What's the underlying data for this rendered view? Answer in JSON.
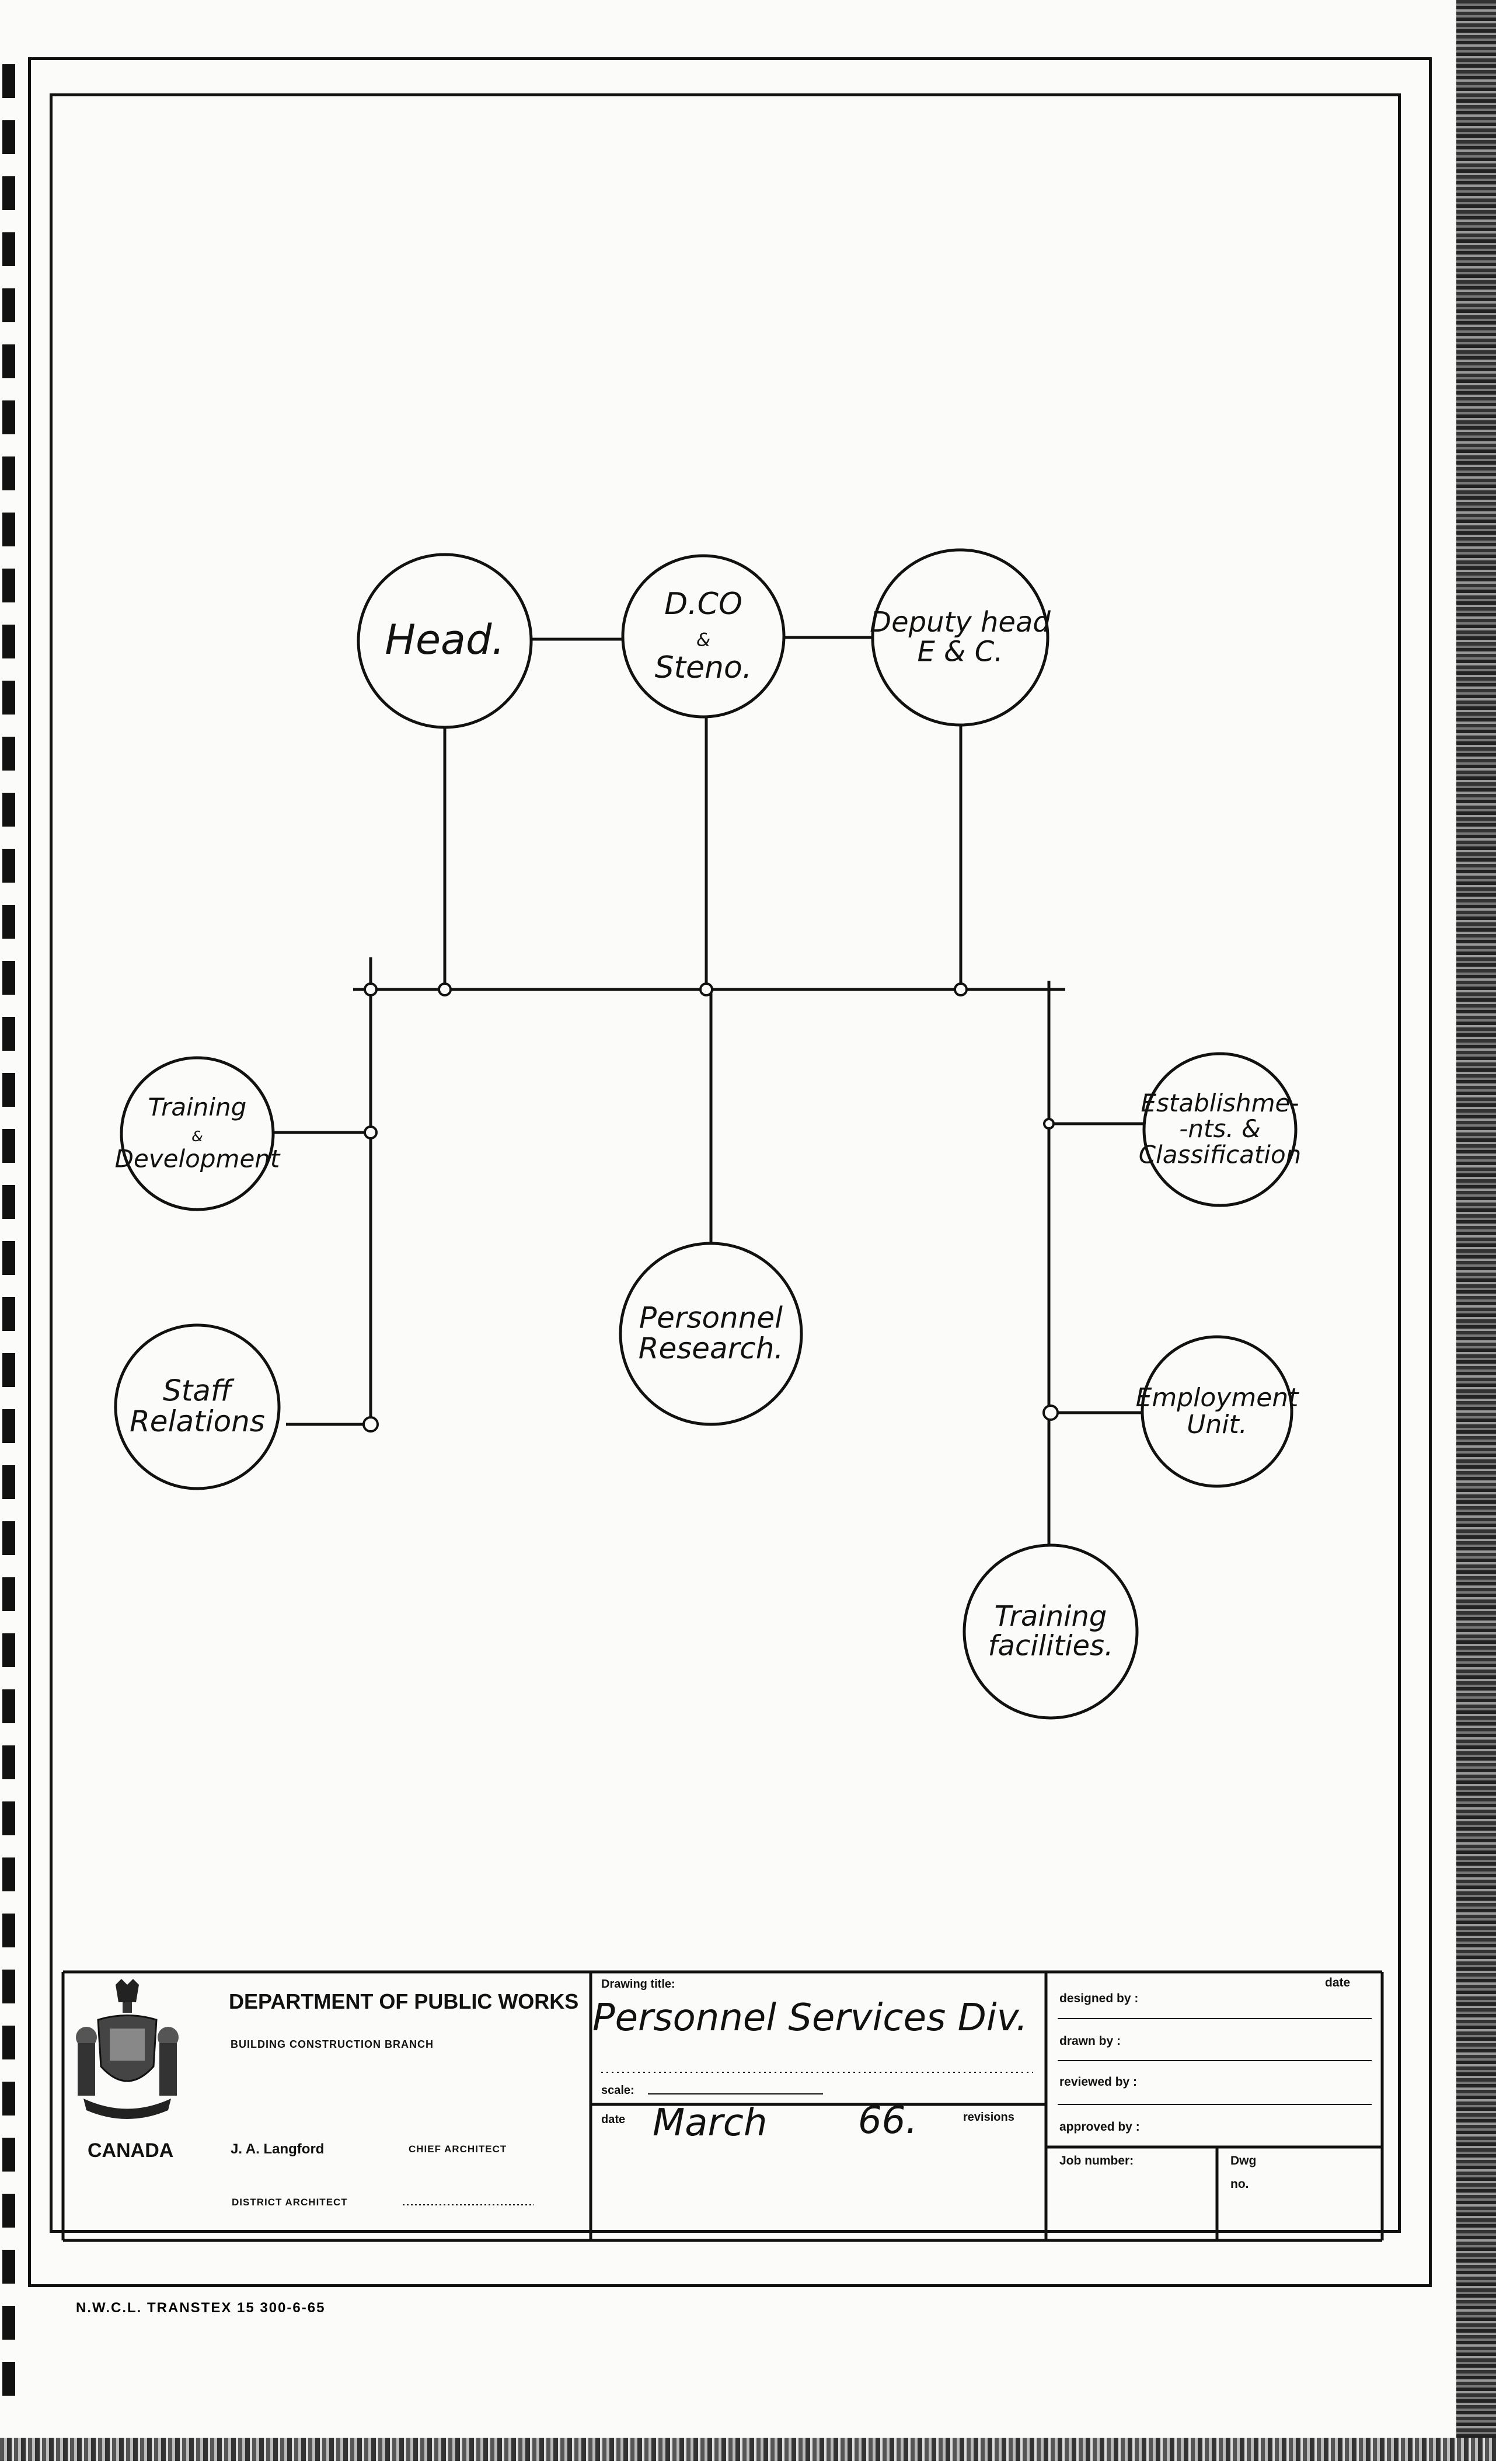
{
  "drawing": {
    "nodes": [
      {
        "id": "head",
        "lines": [
          "Head."
        ]
      },
      {
        "id": "dco-steno",
        "lines": [
          "D.CO",
          "&",
          "Steno."
        ]
      },
      {
        "id": "deputy-head",
        "lines": [
          "Deputy head",
          "E & C."
        ]
      },
      {
        "id": "training-development",
        "lines": [
          "Training",
          "&",
          "Development"
        ]
      },
      {
        "id": "staff-relations",
        "lines": [
          "Staff",
          "Relations"
        ]
      },
      {
        "id": "personnel-research",
        "lines": [
          "Personnel",
          "Research."
        ]
      },
      {
        "id": "establishments-classification",
        "lines": [
          "Establishme-",
          "-nts. &",
          "Classification"
        ]
      },
      {
        "id": "employment-unit",
        "lines": [
          "Employment",
          "Unit."
        ]
      },
      {
        "id": "training-facilities",
        "lines": [
          "Training",
          "facilities."
        ]
      }
    ]
  },
  "title_block": {
    "department": "DEPARTMENT OF PUBLIC WORKS",
    "branch": "BUILDING CONSTRUCTION BRANCH",
    "country": "CANADA",
    "chief_architect_name": "J. A. Langford",
    "chief_architect_label": "CHIEF ARCHITECT",
    "district_architect_label": "DISTRICT ARCHITECT",
    "drawing_title_label": "Drawing title:",
    "drawing_title": "Personnel Services Div.",
    "scale_label": "scale:",
    "date_label": "date",
    "date_value": "March",
    "date_year": "66.",
    "revisions_label": "revisions",
    "designed_by_label": "designed by :",
    "date_col_label": "date",
    "drawn_by_label": "drawn by :",
    "reviewed_by_label": "reviewed by :",
    "approved_by_label": "approved by :",
    "job_number_label": "Job number:",
    "dwg_no_label_1": "Dwg",
    "dwg_no_label_2": "no."
  },
  "footer": {
    "print_code": "N.W.C.L. TRANSTEX 15 300-6-65"
  }
}
